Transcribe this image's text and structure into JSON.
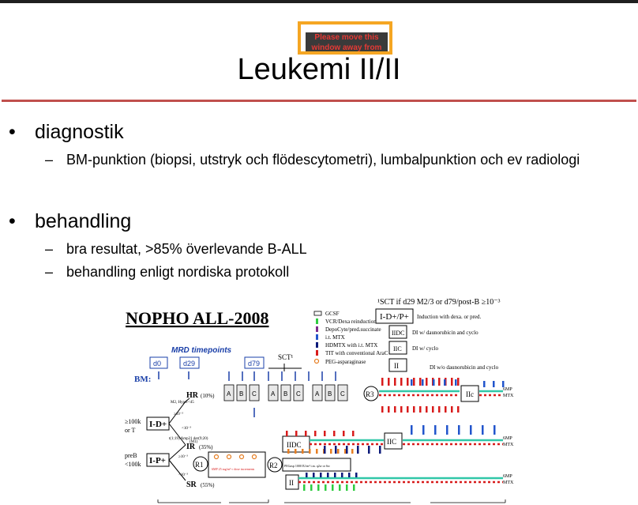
{
  "overlay": {
    "text": "Please move this window away from"
  },
  "slide": {
    "title": "Leukemi II/II",
    "bullets": [
      {
        "label": "diagnostik",
        "subs": [
          "BM-punktion (biopsi, utstryk och flödescytometri), lumbalpunktion och ev radiologi"
        ]
      },
      {
        "label": "behandling",
        "subs": [
          "bra resultat, >85% överlevande B-ALL",
          "behandling enligt nordiska protokoll"
        ]
      }
    ]
  },
  "figure": {
    "heading": "NOPHO ALL-2008",
    "sct_note": "¹SCT if d29 M2/3 or d79/post-B ≥10⁻³",
    "mrd_label": "MRD timepoints",
    "timepoints": [
      "d0",
      "d29",
      "d79"
    ],
    "bm_label": "BM:",
    "sct_label": "SCT¹",
    "legend": [
      "GCSF",
      "VCR/Dexa reinductions",
      "DepoCyte/pred.succinate",
      "i.t. MTX",
      "HDMTX with i.t. MTX",
      "TIT with conventional AraC",
      "PEG-asparaginase"
    ],
    "regimens": [
      {
        "box": "I-D+/P+",
        "desc": "Induction with dexa. or pred."
      },
      {
        "box": "IIDC",
        "desc": "DI w/ daunorubicin and cyclo"
      },
      {
        "box": "IIC",
        "desc": "DI w/ cyclo"
      },
      {
        "box": "II",
        "desc": "DI w/o daunorubicin and cyclo"
      }
    ],
    "risk_groups": {
      "hr": "HR",
      "hr_pct": "(10%)",
      "ir": "IR",
      "ir_pct": "(35%)",
      "sr": "SR",
      "sr_pct": "(55%)"
    },
    "induction": {
      "id": "I-D+",
      "ip": "I-P+",
      "left1": "≥100k",
      "left2": "or T",
      "left3": "preB",
      "left4": "<100k"
    },
    "blocks": [
      "A",
      "B",
      "C",
      "A",
      "B",
      "C",
      "A",
      "B",
      "C"
    ],
    "markers": {
      "r3": "R3",
      "r1": "R1",
      "r2": "R2"
    },
    "arms": {
      "hr_box": "IIc",
      "ir_box1": "IIDC",
      "ir_box2": "IIC",
      "sr_box": "II",
      "mp": "6MP",
      "mtx": "MTX"
    },
    "notes": {
      "r1_note": "6MP 25 mg/m² ≈ dose increments",
      "peg_note": "PEGasp 1000 IU/m² i.m. q2w or 6w"
    },
    "small": {
      "m2": "M2, Hyper<45",
      "t19": "t(1;19) Amp21 der(9;20)",
      "gte10a": "≥10⁻³",
      "lt10a": "<10⁻³",
      "gte10b": "≥10⁻³",
      "lt10b": "<10⁻³",
      "m10": "(M1)"
    }
  }
}
